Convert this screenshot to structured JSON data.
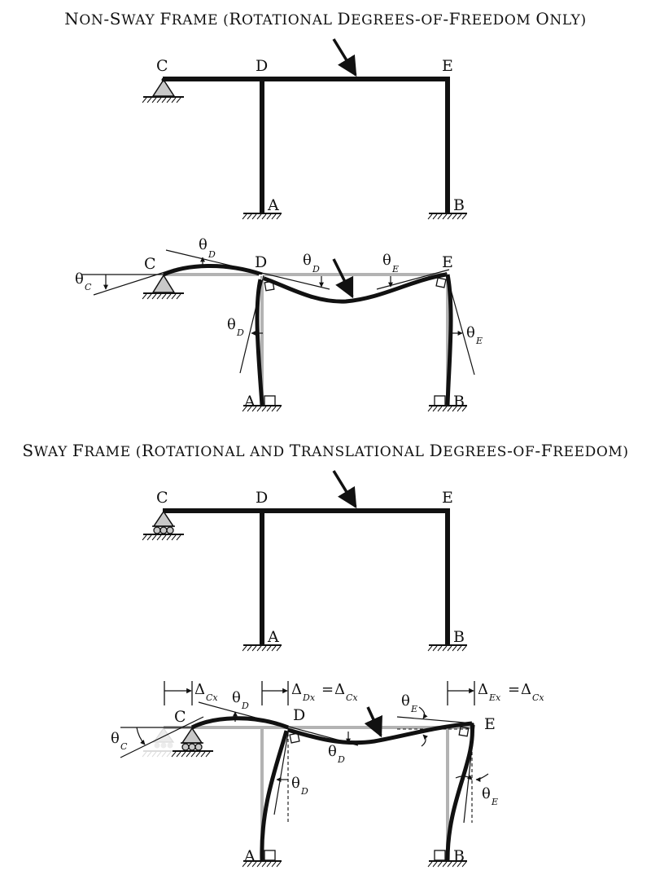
{
  "titles": {
    "non_sway": [
      {
        "t": "N",
        "big": true
      },
      {
        "t": "ON",
        "big": false
      },
      {
        "t": "-S",
        "big": true
      },
      {
        "t": "WAY ",
        "big": false
      },
      {
        "t": "F",
        "big": true
      },
      {
        "t": "RAME (",
        "big": false
      },
      {
        "t": "R",
        "big": true
      },
      {
        "t": "OTATIONAL ",
        "big": false
      },
      {
        "t": "D",
        "big": true
      },
      {
        "t": "EGREES",
        "big": false
      },
      {
        "t": "-",
        "big": true
      },
      {
        "t": "OF",
        "big": false
      },
      {
        "t": "-F",
        "big": true
      },
      {
        "t": "REEDOM ",
        "big": false
      },
      {
        "t": "O",
        "big": true
      },
      {
        "t": "NLY)",
        "big": false
      }
    ],
    "sway": [
      {
        "t": "S",
        "big": true
      },
      {
        "t": "WAY ",
        "big": false
      },
      {
        "t": "F",
        "big": true
      },
      {
        "t": "RAME (",
        "big": false
      },
      {
        "t": "R",
        "big": true
      },
      {
        "t": "OTATIONAL AND ",
        "big": false
      },
      {
        "t": "T",
        "big": true
      },
      {
        "t": "RANSLATIONAL ",
        "big": false
      },
      {
        "t": "D",
        "big": true
      },
      {
        "t": "EGREES",
        "big": false
      },
      {
        "t": "-",
        "big": true
      },
      {
        "t": "OF",
        "big": false
      },
      {
        "t": "-F",
        "big": true
      },
      {
        "t": "REEDOM)",
        "big": false
      }
    ]
  },
  "nodes": {
    "A": "A",
    "B": "B",
    "C": "C",
    "D": "D",
    "E": "E"
  },
  "symbols": {
    "theta": "θ",
    "delta": "Δ",
    "equals": "=",
    "sub_C": "C",
    "sub_D": "D",
    "sub_E": "E",
    "sub_Cx": "Cx",
    "sub_Dx": "Dx",
    "sub_Ex": "Ex"
  },
  "colors": {
    "ink": "#111111",
    "undeformed": "#b3b3b3",
    "support_fill": "#c8c8c8"
  }
}
